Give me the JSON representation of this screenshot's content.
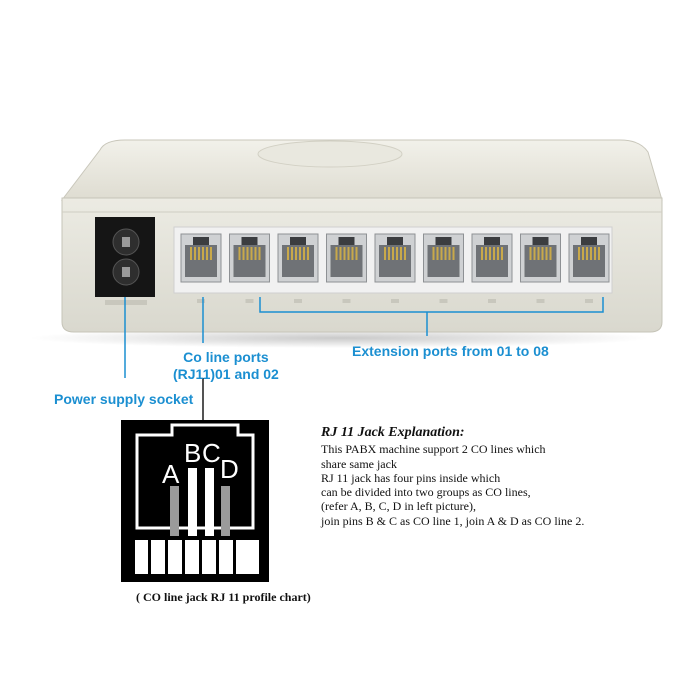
{
  "labels": {
    "co_line_ports_line1": "Co line ports",
    "co_line_ports_line2": "(RJ11)01 and 02",
    "extension_ports": "Extension ports from 01 to 08",
    "power_supply_socket": "Power supply socket"
  },
  "explanation": {
    "title": "RJ 11 Jack Explanation:",
    "lines": [
      "This PABX machine support 2 CO lines which",
      "share same jack",
      "RJ 11 jack has four pins inside which",
      "can be divided into two groups as CO lines,",
      "(refer A, B, C, D in left picture),",
      "join pins B & C as CO line 1, join A & D as CO line 2."
    ]
  },
  "pins": {
    "a": "A",
    "b": "B",
    "c": "C",
    "d": "D"
  },
  "caption": "( CO line jack RJ 11 profile chart)",
  "colors": {
    "callout": "#1b8fd1",
    "casing": "#e7e6dc",
    "port_panel": "#f1f1f1",
    "jack_chart_bg": "#000000"
  }
}
